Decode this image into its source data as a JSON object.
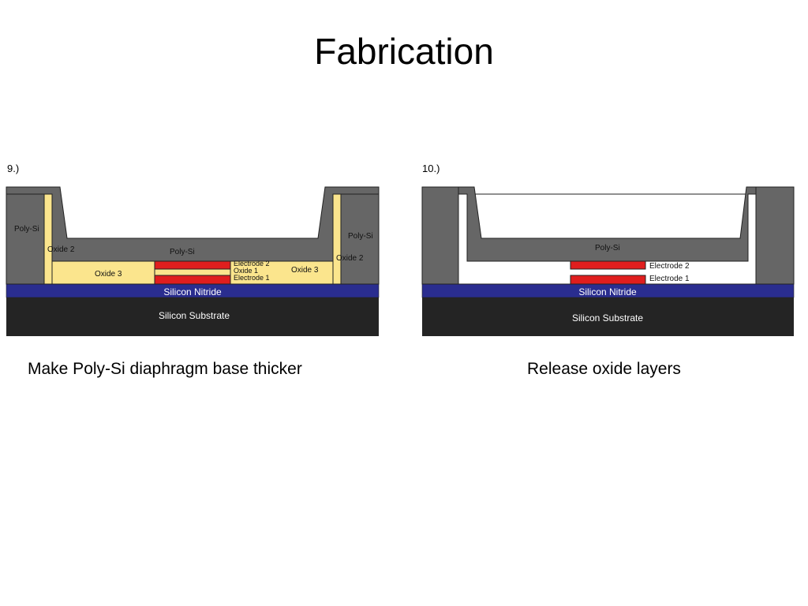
{
  "slide": {
    "title": "Fabrication"
  },
  "step9": {
    "number": "9.)",
    "caption": "Make Poly-Si diaphragm base thicker",
    "labels": {
      "polysi_left": "Poly-Si",
      "polysi_right": "Poly-Si",
      "polysi_center": "Poly-Si",
      "oxide2_left": "Oxide 2",
      "oxide2_right": "Oxide 2",
      "oxide3_left": "Oxide 3",
      "oxide3_right": "Oxide 3",
      "electrode2": "Electrode 2",
      "oxide1": "Oxide 1",
      "electrode1": "Electrode 1",
      "nitride": "Silicon Nitride",
      "substrate": "Silicon Substrate"
    }
  },
  "step10": {
    "number": "10.)",
    "caption": "Release oxide layers",
    "labels": {
      "polysi_center": "Poly-Si",
      "electrode2": "Electrode 2",
      "electrode1": "Electrode 1",
      "nitride": "Silicon Nitride",
      "substrate": "Silicon Substrate"
    }
  },
  "colors": {
    "polysi": "#666666",
    "oxide": "#fbe58d",
    "electrode": "#e01e1e",
    "nitride": "#2a2d8f",
    "substrate": "#242424",
    "outline": "#222222"
  }
}
